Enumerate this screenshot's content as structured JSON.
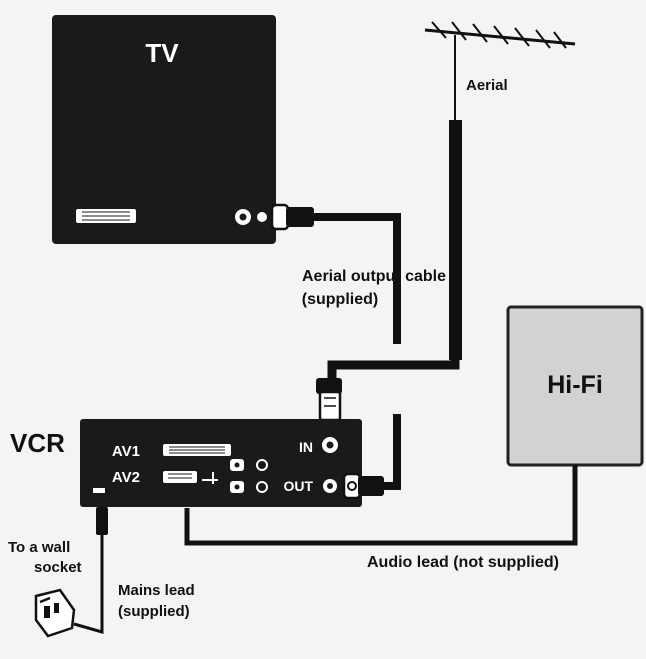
{
  "colors": {
    "background": "#f4f4f2",
    "device_dark": "#1a1a1a",
    "hifi_fill": "#d2d2d2",
    "cable": "#111111",
    "text": "#111111"
  },
  "devices": {
    "tv": {
      "label": "TV"
    },
    "vcr": {
      "label": "VCR",
      "av1": "AV1",
      "av2": "AV2",
      "in": "IN",
      "out": "OUT"
    },
    "hifi": {
      "label": "Hi-Fi"
    }
  },
  "labels": {
    "aerial": "Aerial",
    "aerial_cable_line1": "Aerial output cable",
    "aerial_cable_line2": "(supplied)",
    "audio_lead": "Audio lead (not supplied)",
    "wall_line1": "To a wall",
    "wall_line2": "socket",
    "mains_line1": "Mains lead",
    "mains_line2": "(supplied)"
  }
}
